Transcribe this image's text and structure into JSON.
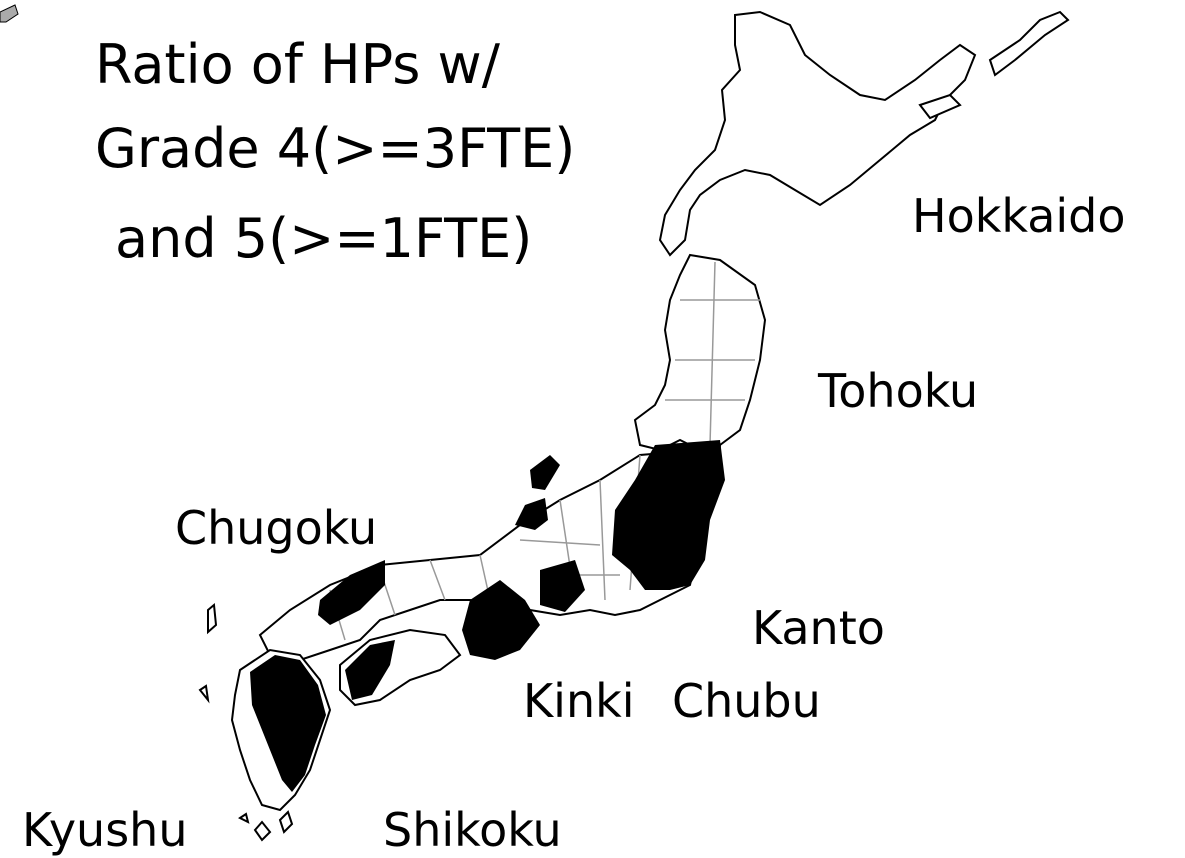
{
  "title": {
    "line1": "Ratio of  HPs w/",
    "line2": "Grade 4(>=3FTE)",
    "line3": "and 5(>=1FTE)"
  },
  "regions": {
    "hokkaido": "Hokkaido",
    "tohoku": "Tohoku",
    "chugoku": "Chugoku",
    "kanto": "Kanto",
    "kinki": "Kinki",
    "chubu": "Chubu",
    "kyushu": "Kyushu",
    "shikoku": "Shikoku"
  },
  "colors": {
    "land": "#ffffff",
    "highlighted": "#000000",
    "outline": "#000000",
    "border": "#999999"
  }
}
